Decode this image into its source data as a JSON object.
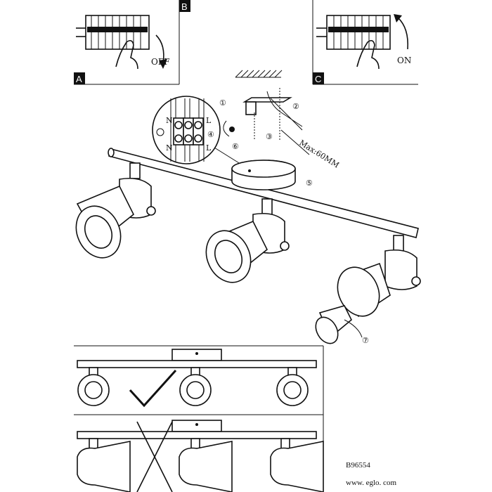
{
  "panels": {
    "a": {
      "label": "A"
    },
    "b": {
      "label": "B",
      "switch_text": "OFF"
    },
    "c": {
      "label": "C",
      "switch_text": "ON"
    }
  },
  "wiring": {
    "neutral": "N",
    "live": "L",
    "max_length": "Max:60MM",
    "steps": [
      "①",
      "②",
      "③",
      "④",
      "⑤",
      "⑥",
      "⑦"
    ]
  },
  "footer": {
    "model": "B96554",
    "website": "www. eglo. com"
  }
}
